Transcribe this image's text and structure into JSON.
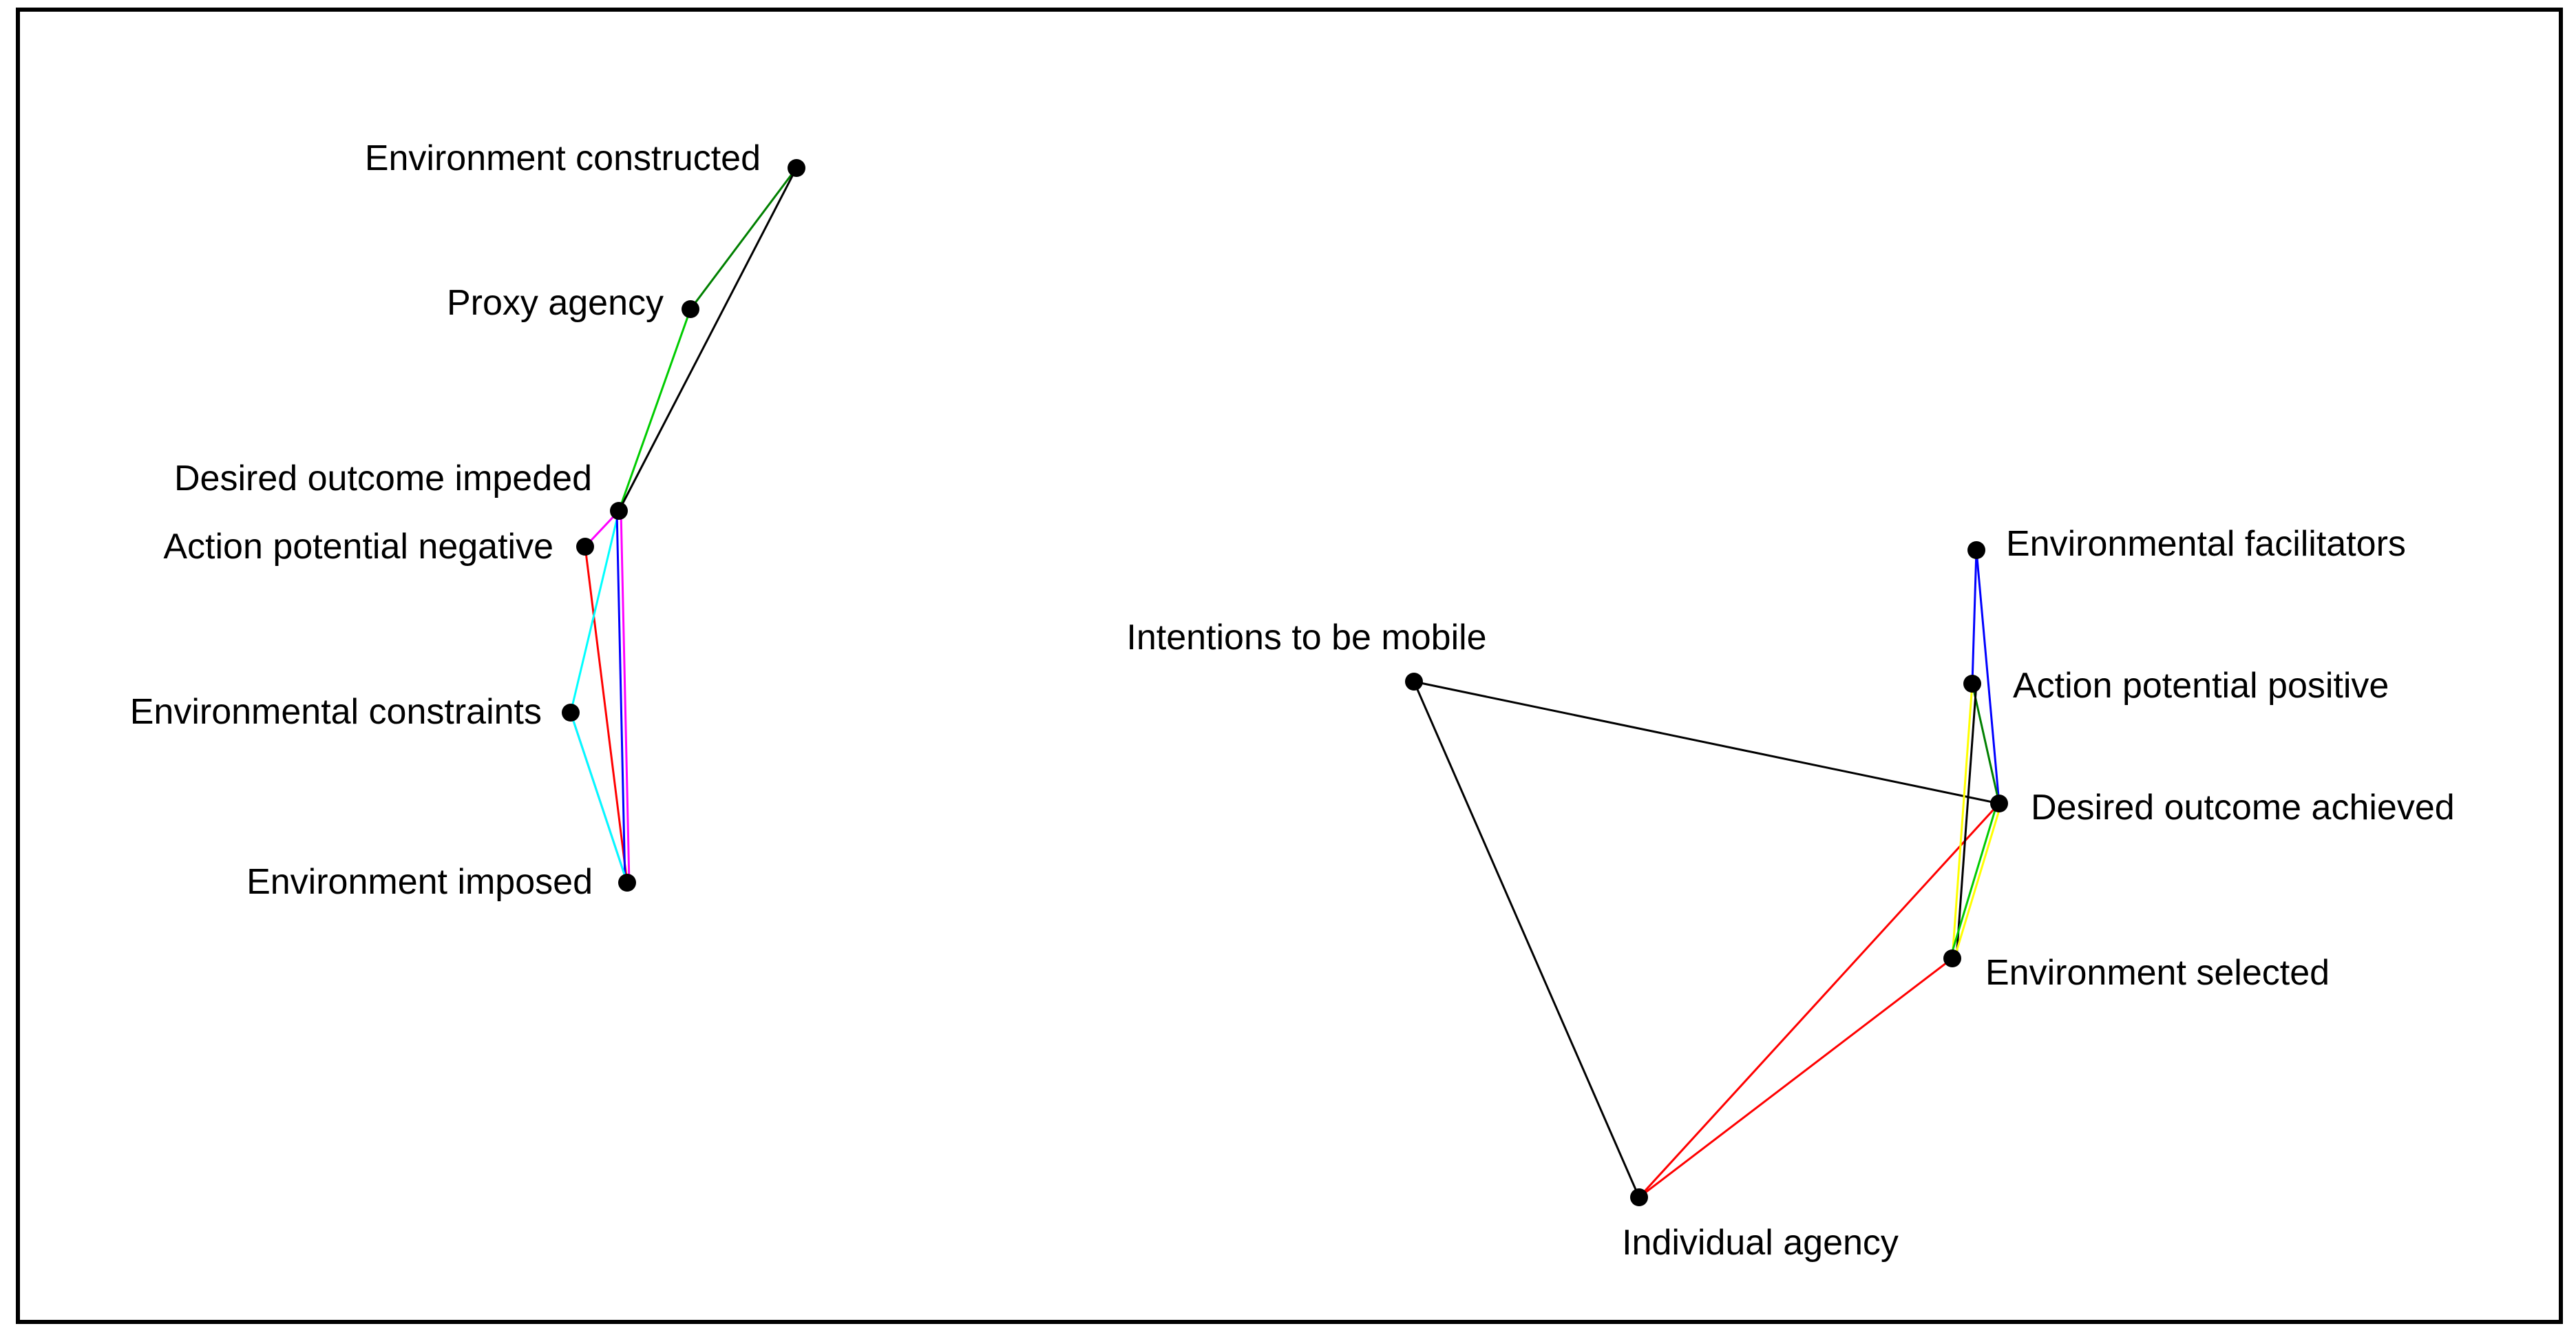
{
  "nodes": [
    {
      "id": "env_constructed",
      "label": "Environment constructed"
    },
    {
      "id": "proxy_agency",
      "label": "Proxy agency"
    },
    {
      "id": "desired_impeded",
      "label": "Desired outcome impeded"
    },
    {
      "id": "action_negative",
      "label": "Action potential negative"
    },
    {
      "id": "env_constraints",
      "label": "Environmental constraints"
    },
    {
      "id": "env_imposed",
      "label": "Environment imposed"
    },
    {
      "id": "intentions_mobile",
      "label": "Intentions to be mobile"
    },
    {
      "id": "env_facilitators",
      "label": "Environmental facilitators"
    },
    {
      "id": "action_positive",
      "label": "Action potential positive"
    },
    {
      "id": "desired_achieved",
      "label": "Desired outcome achieved"
    },
    {
      "id": "env_selected",
      "label": "Environment selected"
    },
    {
      "id": "individual_agency",
      "label": "Individual agency"
    }
  ],
  "edges": [
    {
      "from": "env_constructed",
      "to": "proxy_agency",
      "color": "#008000"
    },
    {
      "from": "proxy_agency",
      "to": "desired_impeded",
      "color": "#00cc00"
    },
    {
      "from": "env_constructed",
      "to": "desired_impeded",
      "color": "#000000"
    },
    {
      "from": "desired_impeded",
      "to": "action_negative",
      "color": "#ff00ff"
    },
    {
      "from": "action_negative",
      "to": "env_imposed",
      "color": "#ff0000"
    },
    {
      "from": "desired_impeded",
      "to": "env_constraints",
      "color": "#00ffff"
    },
    {
      "from": "desired_impeded",
      "to": "env_imposed",
      "color": "#0000ff"
    },
    {
      "from": "desired_impeded",
      "to": "env_imposed",
      "color": "#ff00ff"
    },
    {
      "from": "env_constraints",
      "to": "env_imposed",
      "color": "#ff00ff"
    },
    {
      "from": "env_constraints",
      "to": "env_imposed",
      "color": "#00ffff"
    },
    {
      "from": "intentions_mobile",
      "to": "desired_achieved",
      "color": "#000000"
    },
    {
      "from": "intentions_mobile",
      "to": "individual_agency",
      "color": "#000000"
    },
    {
      "from": "individual_agency",
      "to": "desired_achieved",
      "color": "#ff0000"
    },
    {
      "from": "individual_agency",
      "to": "env_selected",
      "color": "#ff0000"
    },
    {
      "from": "env_facilitators",
      "to": "desired_achieved",
      "color": "#0000ff"
    },
    {
      "from": "env_facilitators",
      "to": "action_positive",
      "color": "#0000ff"
    },
    {
      "from": "action_positive",
      "to": "desired_achieved",
      "color": "#008000"
    },
    {
      "from": "action_positive",
      "to": "env_selected",
      "color": "#ffff00"
    },
    {
      "from": "action_positive",
      "to": "env_selected",
      "color": "#000000"
    },
    {
      "from": "desired_achieved",
      "to": "env_selected",
      "color": "#00cc00"
    },
    {
      "from": "desired_achieved",
      "to": "env_selected",
      "color": "#ffff00"
    }
  ],
  "colors": {
    "node": "#000000",
    "label": "#000000",
    "frame": "#000000",
    "background": "#ffffff"
  }
}
